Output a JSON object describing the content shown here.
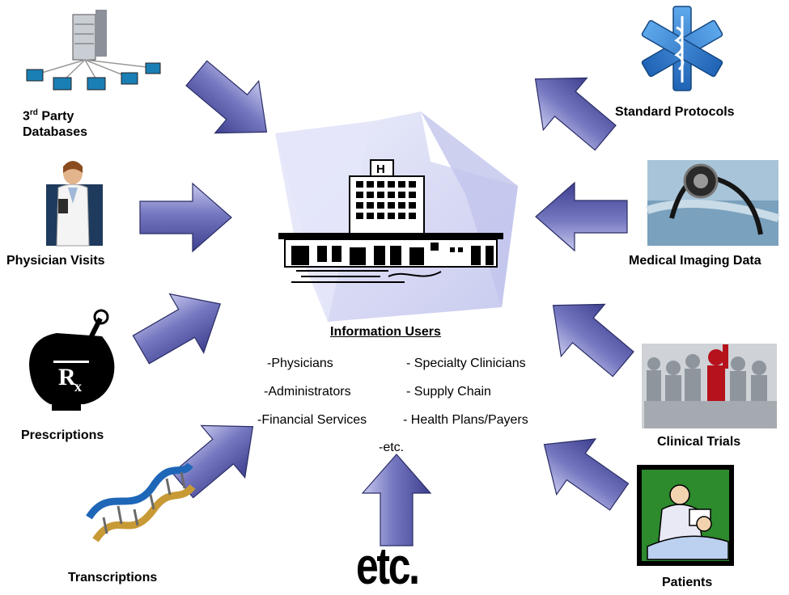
{
  "sources": {
    "third_party_line1": "3",
    "third_party_sup": "rd",
    "third_party_line1_rest": " Party",
    "third_party_line2": "Databases",
    "physician_visits": "Physician Visits",
    "prescriptions": "Prescriptions",
    "transcriptions": "Transcriptions",
    "etc_big": "etc.",
    "patients": "Patients",
    "clinical_trials": "Clinical Trials",
    "medical_imaging": "Medical Imaging Data",
    "standard_protocols": "Standard Protocols"
  },
  "center": {
    "title": "Information Users",
    "left_items": [
      "-Physicians",
      "-Administrators",
      "-Financial Services"
    ],
    "right_items": [
      "- Specialty Clinicians",
      "- Supply Chain",
      "- Health Plans/Payers"
    ],
    "etc": "-etc."
  },
  "colors": {
    "arrow_fill": "#5d5fa6",
    "arrow_highlight": "#c7c8ee",
    "arrow_stroke": "#2b2d66",
    "backdrop": "#dadcf5",
    "backdrop_dark": "#b9bbe6",
    "star_of_life": "#2e7fd0"
  },
  "icons": [
    "database-network-icon",
    "physician-icon",
    "rx-mortar-icon",
    "dna-helix-icon",
    "star-of-life-icon",
    "stethoscope-image-icon",
    "crowd-image-icon",
    "doctor-patient-icon",
    "hospital-building-icon"
  ]
}
